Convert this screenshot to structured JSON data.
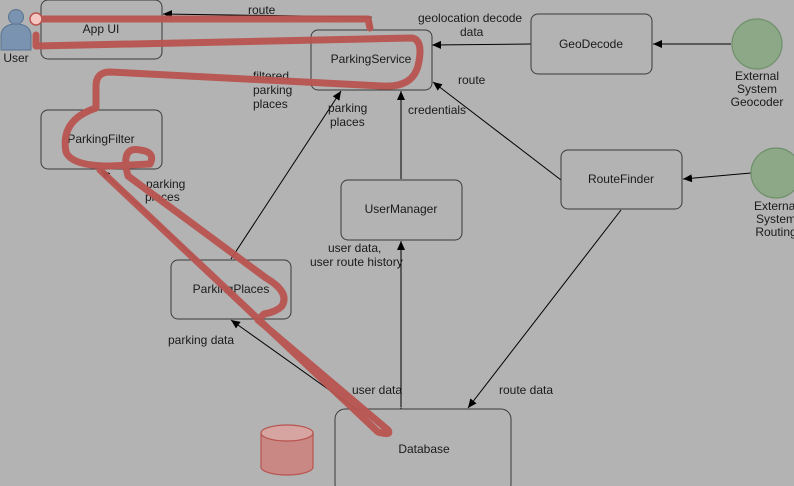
{
  "nodes": {
    "user": "User",
    "app_ui": "App UI",
    "parking_service": "ParkingService",
    "geo_decode": "GeoDecode",
    "parking_filter": "ParkingFilter",
    "user_manager": "UserManager",
    "route_finder": "RouteFinder",
    "parking_places": "ParkingPlaces",
    "database": "Database",
    "ext_geocoder": [
      "External",
      "System",
      "Geocoder"
    ],
    "ext_routing": [
      "External",
      "System",
      "Routing"
    ]
  },
  "edges": {
    "route_top": "route",
    "geolocation": [
      "geolocation decode",
      "data"
    ],
    "route_mid": "route",
    "filtered": [
      "filtered",
      "parking",
      "places"
    ],
    "parking_places_up": [
      "parking",
      "places"
    ],
    "credentials": "credentials",
    "parking_places_left": [
      "parking",
      "places"
    ],
    "user_data_history": [
      "user data,",
      "user route history"
    ],
    "parking_data": "parking data",
    "user_data": "user data",
    "route_data": "route data"
  },
  "colors": {
    "background": "#b3b3b3",
    "highlight_path": "#b85450",
    "external_system": "#8da887",
    "user_actor": "#7a93b0"
  }
}
